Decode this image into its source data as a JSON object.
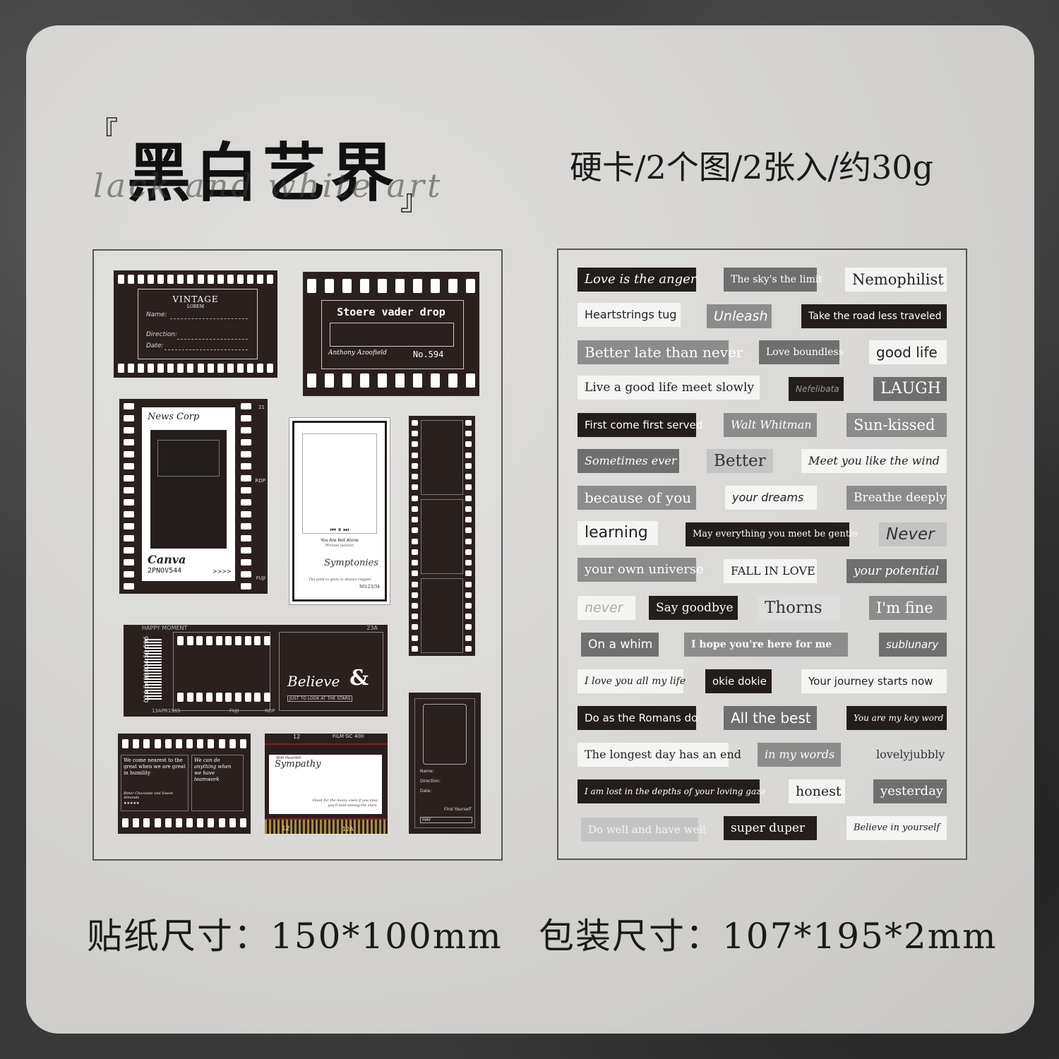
{
  "header": {
    "open_bracket": "『",
    "close_bracket": "』",
    "title_zh": "黑白艺界",
    "title_en": "lack and white art",
    "spec": "硬卡/2个图/2张入/约30g"
  },
  "footer": {
    "sticker_size": "贴纸尺寸：150*100mm",
    "package_size": "包装尺寸：107*195*2mm"
  },
  "left_sheet": {
    "vintage": {
      "title": "VINTAGE",
      "sub": "LOREM",
      "name": "Name:",
      "direction": "Direction:",
      "date": "Date:"
    },
    "stoere": {
      "title": "Stoere vader drop",
      "signature": "Anthony Azoofield",
      "number": "No.594"
    },
    "newscorp": {
      "title": "News Corp",
      "brand": "Canva",
      "code": "2PNOV544",
      "side_num": "21",
      "side_a": "RDP",
      "side_b": "FUJI",
      "arrows": ">>>>"
    },
    "player": {
      "song": "You Are Not Alone",
      "artist": "Michael Jackson",
      "script": "Symptonies",
      "caption": "The path to glory is always rugged",
      "number": "NO.23/34"
    },
    "happy": {
      "header": "HAPPY MOMENT",
      "barcode": "024 5499804 59 596",
      "frame_num": "23A",
      "believe": "Believe",
      "amp": "&",
      "caption": "JUST TO LOOK AT THE STARS",
      "date": "13APR1965",
      "fuji": "FUJI",
      "rdp": "RDP"
    },
    "humility": {
      "left": "We come nearest to the great when we are great in humility",
      "right": "We can do anything when we have teamwork",
      "small": "Bitter Chocolate and Sweet Almonds",
      "stars": "★★★★★"
    },
    "sympathy": {
      "num_left": "12",
      "film": "FILM GC 400",
      "with": "With Heartfelt",
      "title": "Sympathy",
      "caption": "Shoot for the moon; even if you miss you'll land among the stars.",
      "bottom_num": "12",
      "bottom_num2": "12A"
    },
    "memo": {
      "name": "Name:",
      "direction": "Direction:",
      "date": "Date:",
      "script": "Find Yourself",
      "tag": "MAY"
    }
  },
  "labels": [
    [
      "Love  is the anger",
      "The sky's the limit",
      "Nemophilist"
    ],
    [
      "Heartstrings tug",
      "Unleash",
      "Take the road less traveled"
    ],
    [
      "Better late than never",
      "Love boundless",
      "good life"
    ],
    [
      "Live a good life meet slowly",
      "Nefelibata",
      "LAUGH"
    ],
    [
      "First come first served",
      "Walt Whitman",
      "Sun-kissed"
    ],
    [
      "Sometimes ever",
      "Better",
      "Meet you like the wind"
    ],
    [
      "because  of  you",
      "your dreams",
      "Breathe deeply"
    ],
    [
      "learning",
      "May everything you meet be gentle",
      "Never"
    ],
    [
      "your own universe",
      "FALL IN LOVE",
      "your potential"
    ],
    [
      "never",
      "Say goodbye",
      "Thorns",
      "I'm fine"
    ],
    [
      "On a whim",
      "I hope you're here for me",
      "sublunary"
    ],
    [
      "I love you all my life",
      "okie dokie",
      "Your journey starts now"
    ],
    [
      "Do as the Romans do",
      "All the best",
      "You are my key word"
    ],
    [
      "The longest day has an end",
      "in my words",
      "lovelyjubbly"
    ],
    [
      "I am lost in the depths of your loving gaze",
      "honest",
      "yesterday"
    ],
    [
      "Do well and have well",
      "super duper",
      "Believe in yourself"
    ]
  ]
}
